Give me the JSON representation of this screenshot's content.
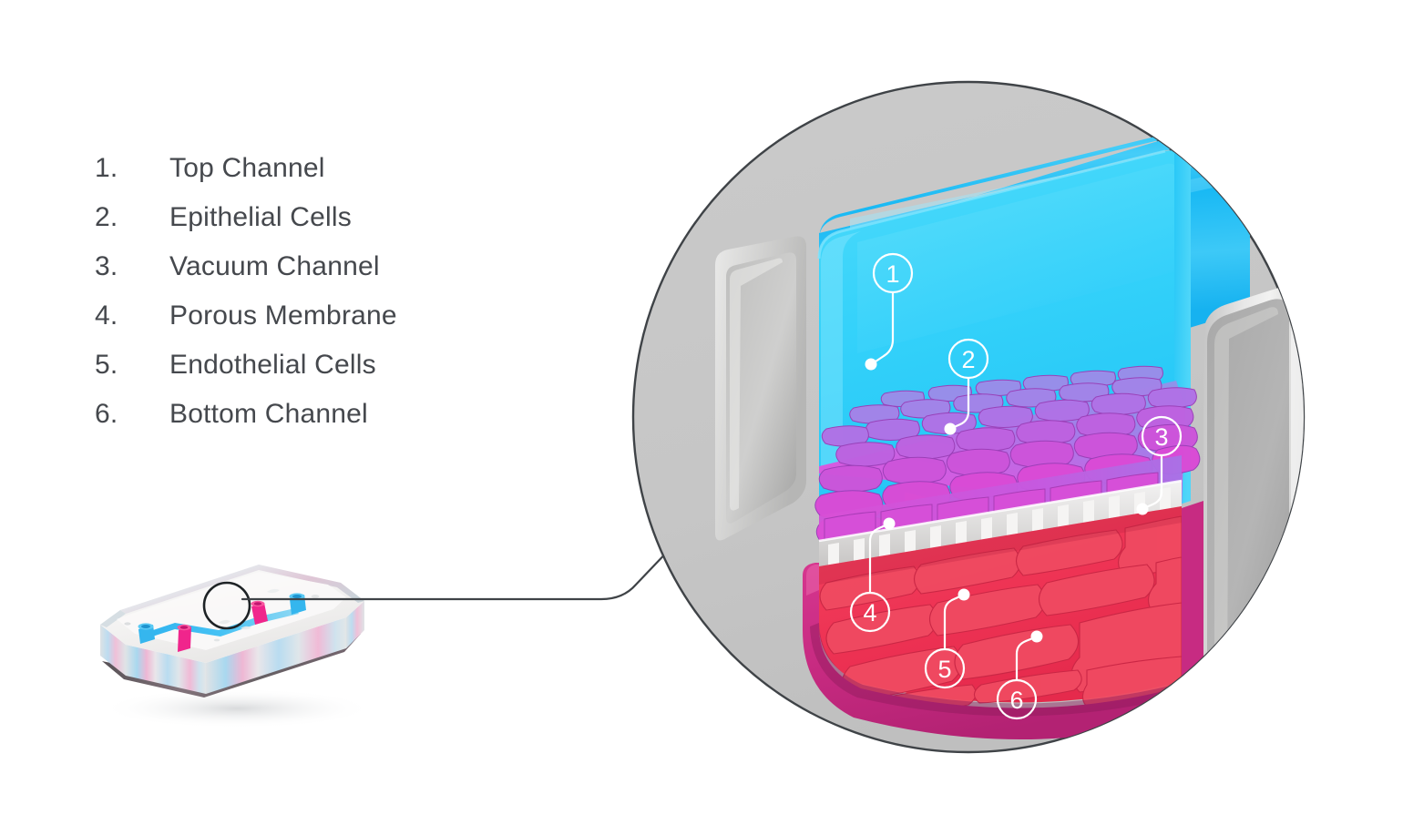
{
  "legend": {
    "items": [
      {
        "num": "1.",
        "label": "Top Channel"
      },
      {
        "num": "2.",
        "label": "Epithelial Cells"
      },
      {
        "num": "3.",
        "label": "Vacuum Channel"
      },
      {
        "num": "4.",
        "label": "Porous Membrane"
      },
      {
        "num": "5.",
        "label": "Endothelial Cells"
      },
      {
        "num": "6.",
        "label": "Bottom Channel"
      }
    ],
    "text_color": "#45484d"
  },
  "markers": [
    {
      "id": "1",
      "label": "1",
      "refers_to": "Top Channel"
    },
    {
      "id": "2",
      "label": "2",
      "refers_to": "Epithelial Cells"
    },
    {
      "id": "3",
      "label": "3",
      "refers_to": "Vacuum Channel"
    },
    {
      "id": "4",
      "label": "4",
      "refers_to": "Porous Membrane"
    },
    {
      "id": "5",
      "label": "5",
      "refers_to": "Endothelial Cells"
    },
    {
      "id": "6",
      "label": "6",
      "refers_to": "Bottom Channel"
    }
  ],
  "colors": {
    "background": "#ffffff",
    "magnifier_fill": "#c8c8c8",
    "magnifier_stroke": "#3f4347",
    "top_channel_cyan": "#35d5fa",
    "top_channel_blue": "#1fb8f5",
    "epithelial_magenta": "#e055d8",
    "epithelial_violet": "#9f8ae8",
    "membrane_white": "#e9e9e9",
    "endothelial_red": "#f0405c",
    "bottom_channel_pink": "#cc2a81",
    "vacuum_gray": "#b8b8b8",
    "marker_stroke": "#ffffff",
    "connector_line": "#3f4347",
    "chip_cyan": "#36b9ef",
    "chip_magenta": "#f0258c"
  }
}
